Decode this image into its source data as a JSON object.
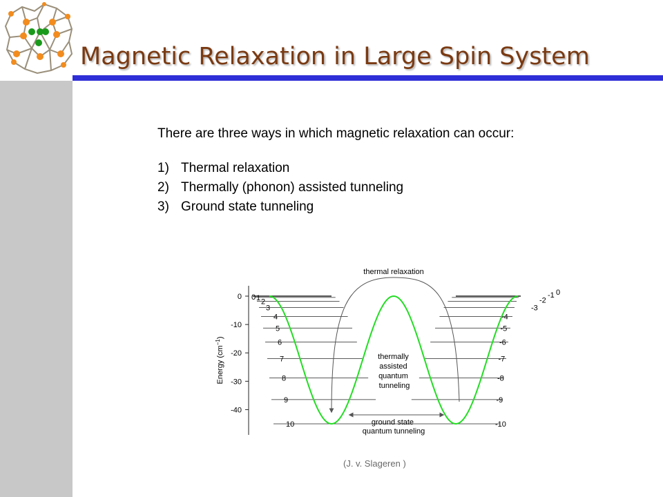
{
  "slide": {
    "title": "Magnetic Relaxation in Large Spin System",
    "intro": "There are three ways in which magnetic relaxation can occur:",
    "items": [
      {
        "num": "1)",
        "text": "Thermal relaxation"
      },
      {
        "num": "2)",
        "text": "Thermally (phonon) assisted tunneling"
      },
      {
        "num": "3)",
        "text": "Ground state tunneling"
      }
    ],
    "credit": "(J. v. Slageren )"
  },
  "diagram": {
    "y_axis_label": "Energy (cm",
    "y_axis_label_sup": "−1",
    "y_axis_label_end": ")",
    "y_ticks": [
      "0",
      "-10",
      "-20",
      "-30",
      "-40"
    ],
    "y_range": [
      -45,
      0
    ],
    "levels_left": [
      {
        "m": "0",
        "energy": 0
      },
      {
        "m": "1",
        "energy": -0.45
      },
      {
        "m": "2",
        "energy": -1.8
      },
      {
        "m": "3",
        "energy": -4.05
      },
      {
        "m": "4",
        "energy": -7.2
      },
      {
        "m": "5",
        "energy": -11.25
      },
      {
        "m": "6",
        "energy": -16.2
      },
      {
        "m": "7",
        "energy": -22.05
      },
      {
        "m": "8",
        "energy": -28.8
      },
      {
        "m": "9",
        "energy": -36.45
      },
      {
        "m": "10",
        "energy": -45
      }
    ],
    "levels_right": [
      "0",
      "-1",
      "-2",
      "-3",
      "-4",
      "-5",
      "-6",
      "-7",
      "-8",
      "-9",
      "-10"
    ],
    "labels": {
      "thermal_relaxation": "thermal relaxation",
      "thermally_assisted": [
        "thermally",
        "assisted",
        "quantum",
        "tunneling"
      ],
      "ground_state": [
        "ground state",
        "quantum tunneling"
      ]
    },
    "colors": {
      "well": "#22dd22",
      "lines": "#222222",
      "arrow": "#555555"
    }
  },
  "logo": {
    "colors": [
      "#f28c1e",
      "#1a9a1a",
      "#9a8f7a"
    ]
  }
}
